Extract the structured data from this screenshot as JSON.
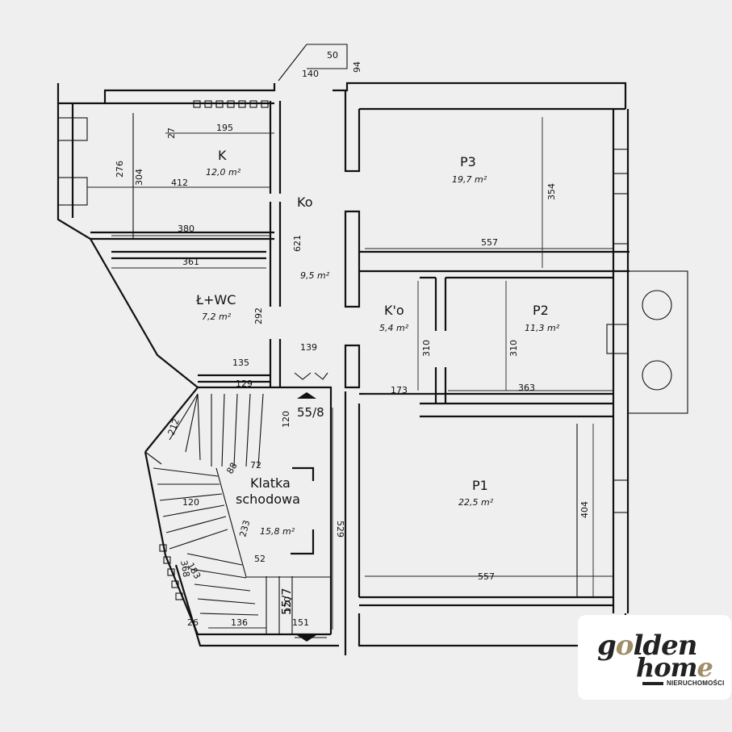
{
  "rooms": {
    "k": {
      "name": "K",
      "area": "12,0 m²"
    },
    "ko": {
      "name": "Ko",
      "area": "9,5 m²"
    },
    "ko2": {
      "name": "K'o",
      "area": "5,4 m²"
    },
    "lwc": {
      "name": "Ł+WC",
      "area": "7,2 m²"
    },
    "p3": {
      "name": "P3",
      "area": "19,7 m²"
    },
    "p2": {
      "name": "P2",
      "area": "11,3 m²"
    },
    "p1": {
      "name": "P1",
      "area": "22,5 m²"
    },
    "stair": {
      "name1": "Klatka",
      "name2": "schodowa",
      "area": "15,8 m²"
    }
  },
  "dimensions": {
    "d50": "50",
    "d140": "140",
    "d94": "94",
    "d195": "195",
    "d27": "27",
    "d276": "276",
    "d304": "304",
    "d412": "412",
    "d380": "380",
    "d361": "361",
    "d621": "621",
    "d292": "292",
    "d135": "135",
    "d129": "129",
    "d139": "139",
    "d354": "354",
    "d557a": "557",
    "d310a": "310",
    "d310b": "310",
    "d173": "173",
    "d363": "363",
    "d120a": "120",
    "d212": "212",
    "d88": "88",
    "d72": "72",
    "d120b": "120",
    "d233": "233",
    "d529": "529",
    "d404": "404",
    "d183": "183",
    "d52": "52",
    "d368": "368",
    "d557b": "557",
    "d120c": "120",
    "d26": "26",
    "d136": "136",
    "d151": "151"
  },
  "levels": {
    "upper": "55/8",
    "lower": "55/7"
  },
  "logo": {
    "line1a": "g",
    "line1b": "o",
    "line1c": "lden",
    "line2a": "hom",
    "line2b": "e",
    "sub": "NIERUCHOMOŚCI"
  }
}
